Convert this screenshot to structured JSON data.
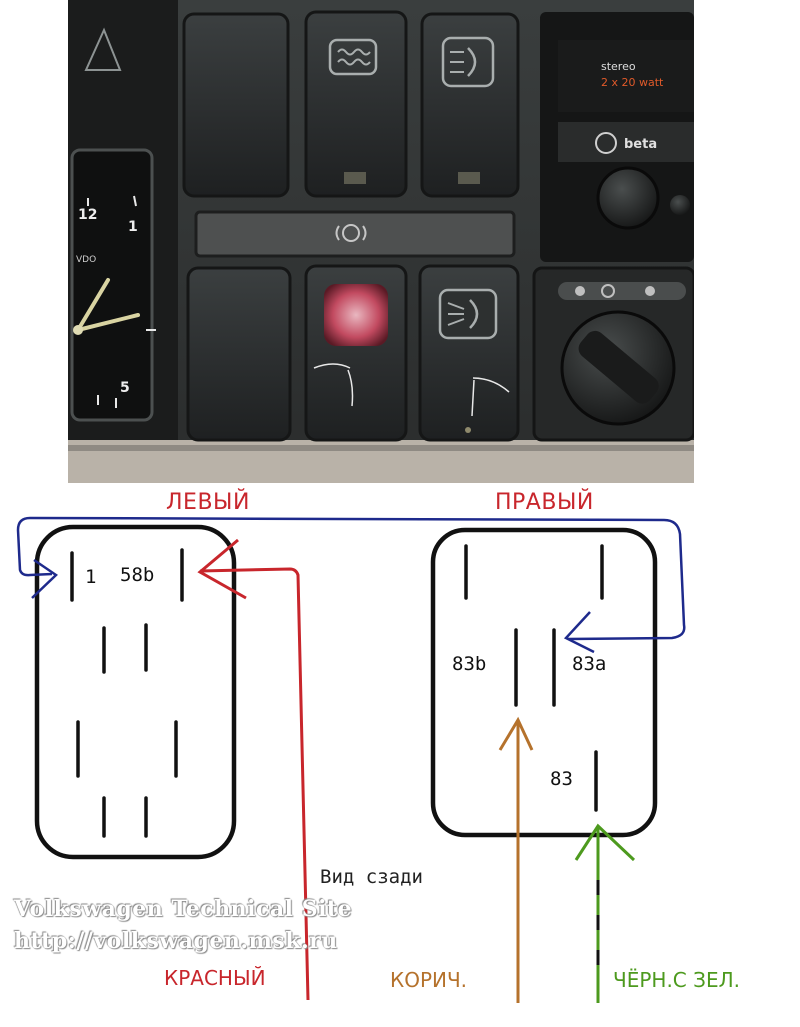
{
  "colors": {
    "blue_wire": "#1e2a8c",
    "red_wire": "#c8262c",
    "brown_wire": "#b5722c",
    "green_wire": "#4d9a1e",
    "black": "#111111"
  },
  "photo": {
    "clock": {
      "dial_12": "12",
      "dial_1": "1",
      "dial_5": "5",
      "brand": "VDO"
    },
    "radio": {
      "stereo": "stereo",
      "watts": "2 x 20 watt",
      "brand": "beta"
    },
    "icons": [
      "rear-defrost-icon",
      "fog-light-icon",
      "hazard-button-icon",
      "rear-fog-light-icon",
      "fan-control-knob-icon"
    ]
  },
  "switches": {
    "left": {
      "title": "ЛЕВЫЙ",
      "pin_1": "1",
      "pin_58b": "58b"
    },
    "right": {
      "title": "ПРАВЫЙ",
      "pin_83b": "83b",
      "pin_83a": "83a",
      "pin_83": "83"
    }
  },
  "note": "Вид сзади",
  "watermark": {
    "line1": "Volkswagen Technical Site",
    "line2": "http://volkswagen.msk.ru"
  },
  "wires": {
    "red": "КРАСНЫЙ",
    "brown": "КОРИЧ.",
    "green": "ЧЁРН.С ЗЕЛ."
  }
}
